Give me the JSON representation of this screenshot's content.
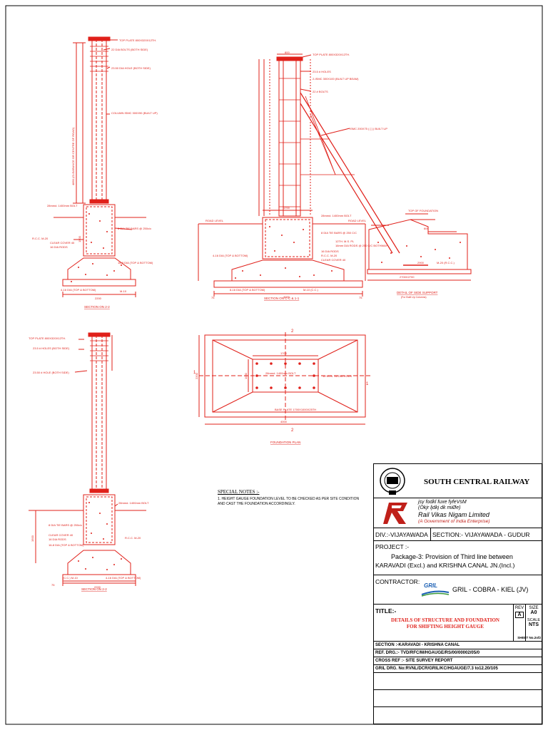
{
  "colors": {
    "drawing": "#e0201a",
    "ink": "#000000",
    "brand": "#c0201a"
  },
  "views": {
    "section_22_top": {
      "label": "SECTION ON 2-2",
      "notes": [
        "TOP PLATE 800X320X12TH.",
        "22 DIA BOLTS (BOTH SIDE)",
        "23.50 DIA HOLE (BOTH SIDE)",
        "COLUMN ISMC 300X90 (BUILT UP)",
        "28mmd. 1400mm BOLT",
        "8 DIA TIE BARS @ 250c/c",
        "CLEAR COVER 40",
        "16 DIA RODS",
        "R.C.C. M-20",
        "4-16 DIA (TOP & BOTTOM)",
        "16-8 DIA (TOP & BOTTOM)",
        "M-10"
      ],
      "dims": [
        "4850 (CLEARANCE OR CENTRE OF ROAD)",
        "2200",
        "1500"
      ]
    },
    "section_cc11": {
      "label": "SECTION ON C-C & 1-1",
      "notes": [
        "TOP PLATE 800X320X12TH.",
        "23.5 # HOLES",
        "2-ISMC 300X100 (BUILT UP BEAM)",
        "22 # BOLTS",
        "ISMC 200X75 ( [ ] ) BUILT UP",
        "ROAD LEVEL",
        "28mmd. 1400mm BOLT",
        "8 DIA TIE BARS @ 250 C/C",
        "12TH. M.S. PL",
        "16mm DIA RODS @ 250 C/C BOTHWAY",
        "16 DIA RODS",
        "R.C.C. M-20",
        "CLEAR COVER 40",
        "4-16 DIA (TOP & BOTTOM)",
        "8-16 DIA (TOP & BOTTOM)",
        "M-10 (C.C.)"
      ],
      "dims": [
        "4000",
        "1700",
        "800",
        "75",
        "75"
      ]
    },
    "side_support": {
      "label": "DETAIL OF SIDE SUPPORT",
      "sublabel": "(For Built Up Columns)",
      "notes": [
        "TOP OF FOUNDATION",
        "ROAD LEVEL",
        "M-20 (R.C.C.)"
      ],
      "dims": [
        "2700X2700",
        "2900",
        "600"
      ]
    },
    "section_22_bottom": {
      "label": "SECTION ON 2-2",
      "notes": [
        "TOP PLATE 800X320X12TH.",
        "23.5 # HOLES (BOTH SIDE)",
        "23.50 # HOLE (BOTH SIDE)",
        "28mmd. 1400mm BOLT",
        "8 DIA TIE BARS @ 250c/c",
        "CLEAR COVER 40",
        "16 DIA RODS",
        "16-8 DIA (TOP & BOTTOM)",
        "R.C.C. M-20",
        "4-16 DIA (TOP & BOTTOM)",
        "(C.C.) M-10"
      ],
      "dims": [
        "2200",
        "1500",
        "75"
      ]
    },
    "foundation_plan": {
      "label": "FOUNDATION PLAN",
      "notes": [
        "28mmd. 1400mm BOLT",
        "12 NOS. 16 DIA RODS",
        "BASE PLATE 1700X1000X25TH"
      ],
      "dims": [
        "1700",
        "1000",
        "4000",
        "2200"
      ],
      "markers": [
        "2",
        "2",
        "1",
        "1"
      ]
    }
  },
  "special_notes": {
    "heading": "SPECIAL NOTES :-",
    "items": [
      "1.   HEIGHT GAUGE FOUNDATION LEVEL TO BE CHECKED AS PER SITE CONDITION AND CAST THE FOUNDATION ACCORDINGLY."
    ]
  },
  "title_block": {
    "railway": "SOUTH CENTRAL RAILWAY",
    "rvnl_hindi": "jsy fodkl fuxe fyfeVsM",
    "rvnl_hindi2": "(Okjr ljdkj dk miØe)",
    "rvnl_name": "Rail Vikas Nigam Limited",
    "rvnl_sub": "(A Government of India Enterprise)",
    "division": "DIV.:-VIJAYAWADA",
    "section": "SECTION:- VIJAYAWADA - GUDUR",
    "project_label": "PROJECT :-",
    "project_line1": "Package-3: Provision of Third line between",
    "project_line2": "KARAVADI (Excl.) and KRISHNA CANAL JN.(Incl.)",
    "contractor_label": "CONTRACTOR:",
    "gril_logo": "GRIL",
    "contractor_name": "GRIL - COBRA - KIEL (JV)",
    "title_label": "TITLE:-",
    "title_line1": "DETAILS OF STRUCTURE AND FOUNDATION",
    "title_line2": "FOR SHIFTING HEIGHT GAUGE",
    "rev_label": "REV",
    "rev_value": "A",
    "size_label": "SIZE",
    "size_value": "A0",
    "scale_label": "SCALE",
    "scale_value": "NTS",
    "sheet": "SHEET No.2of2",
    "rows": [
      "SECTION :-KARAVADI - KRISHNA CANAL",
      "REF. DRG.:- TVD/RFC/M/HGAUGE/RS/00/00002/05/0",
      "CROSS REF :- SITE SURVEY REPORT",
      "GRIL DRG. No:RVNL/DCR/GRIL/KC/HGAUGE/7.3 to12.20/105"
    ]
  }
}
